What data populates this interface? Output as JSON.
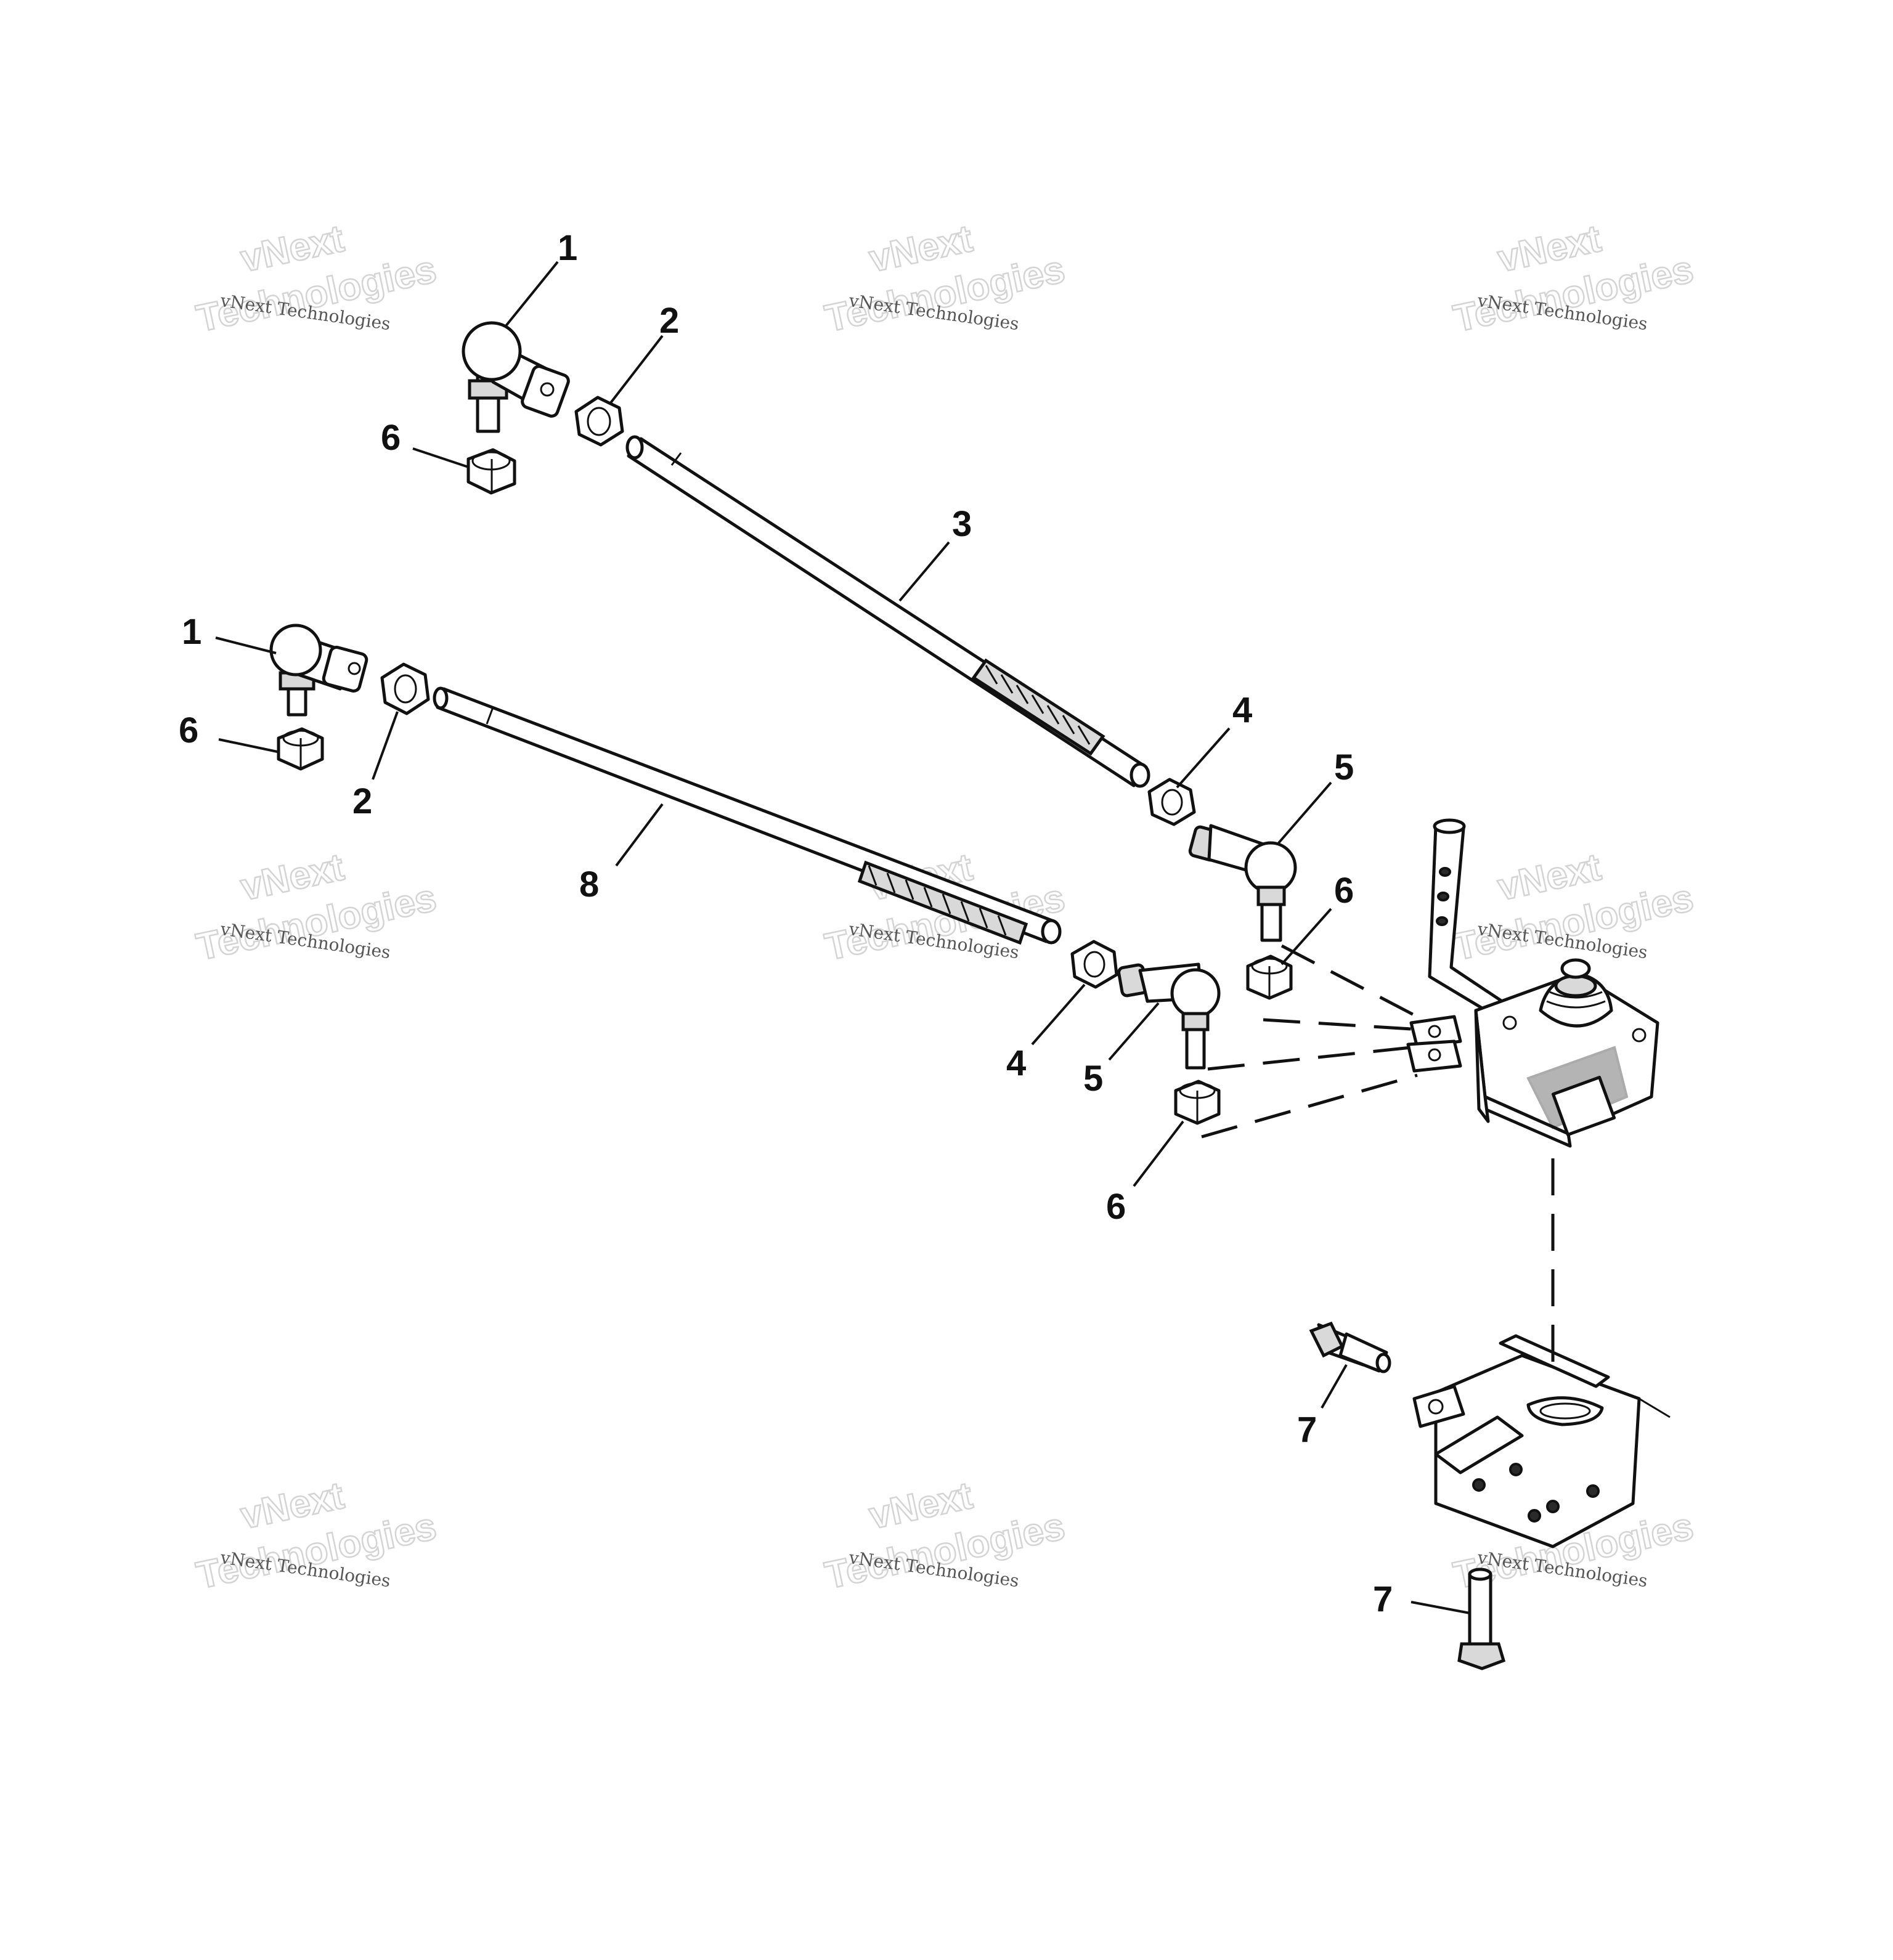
{
  "callouts": [
    {
      "id": "c1a",
      "label": "1"
    },
    {
      "id": "c2a",
      "label": "2"
    },
    {
      "id": "c6a",
      "label": "6"
    },
    {
      "id": "c3",
      "label": "3"
    },
    {
      "id": "c1b",
      "label": "1"
    },
    {
      "id": "c6b",
      "label": "6"
    },
    {
      "id": "c2b",
      "label": "2"
    },
    {
      "id": "c4a",
      "label": "4"
    },
    {
      "id": "c5a",
      "label": "5"
    },
    {
      "id": "c8",
      "label": "8"
    },
    {
      "id": "c6c",
      "label": "6"
    },
    {
      "id": "c4b",
      "label": "4"
    },
    {
      "id": "c5b",
      "label": "5"
    },
    {
      "id": "c6d",
      "label": "6"
    },
    {
      "id": "c7a",
      "label": "7"
    },
    {
      "id": "c7b",
      "label": "7"
    }
  ],
  "watermark": {
    "line1": "vNext Technologies",
    "line2a": "vNext",
    "line2b": "Technologies"
  },
  "colors": {
    "ink": "#111111",
    "watermark": "#d4d4d4",
    "background": "#ffffff"
  }
}
